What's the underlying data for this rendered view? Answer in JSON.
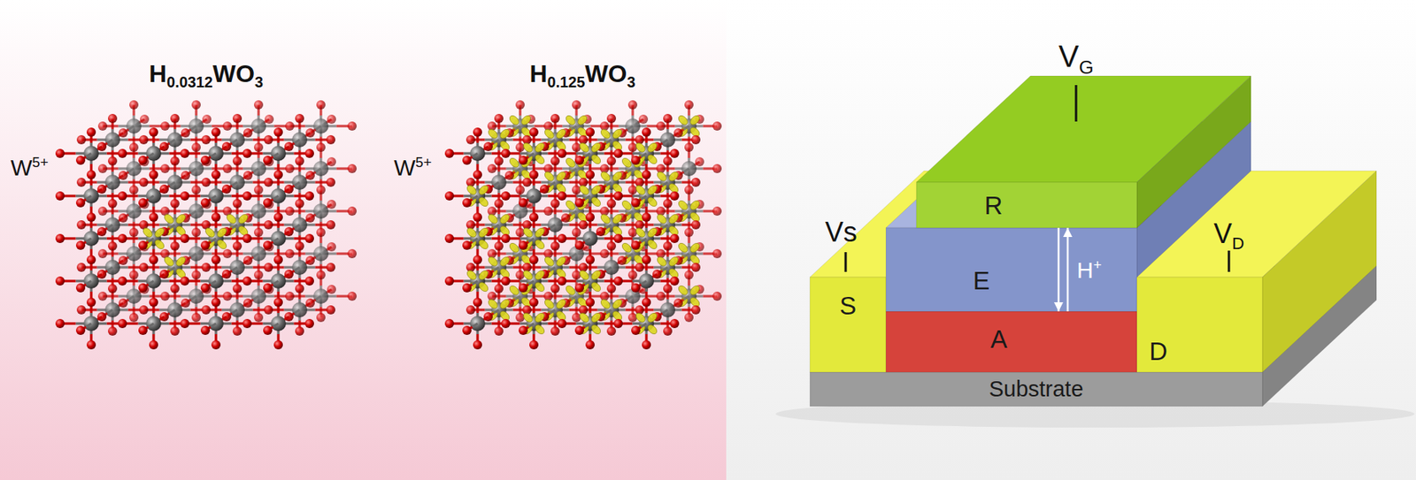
{
  "diagram": {
    "nodes": [
      {
        "text": [
          "R"
        ]
      },
      {
        "text": [
          "S"
        ]
      },
      {
        "text": [
          "E"
        ]
      },
      {
        "text": [
          "A"
        ]
      },
      {
        "text": [
          "D"
        ]
      },
      {
        "text": [
          "Substrate"
        ]
      }
    ],
    "edges": [
      {
        "from": 3,
        "to": 0,
        "arrow": "to",
        "label": "H+"
      },
      {
        "from": 0,
        "to": 3,
        "arrow": "to"
      }
    ],
    "labels": [
      "H0.0312WO3",
      "H0.125WO3",
      "W5+",
      "W5+",
      "VG",
      "Vs",
      "VD"
    ]
  }
}
